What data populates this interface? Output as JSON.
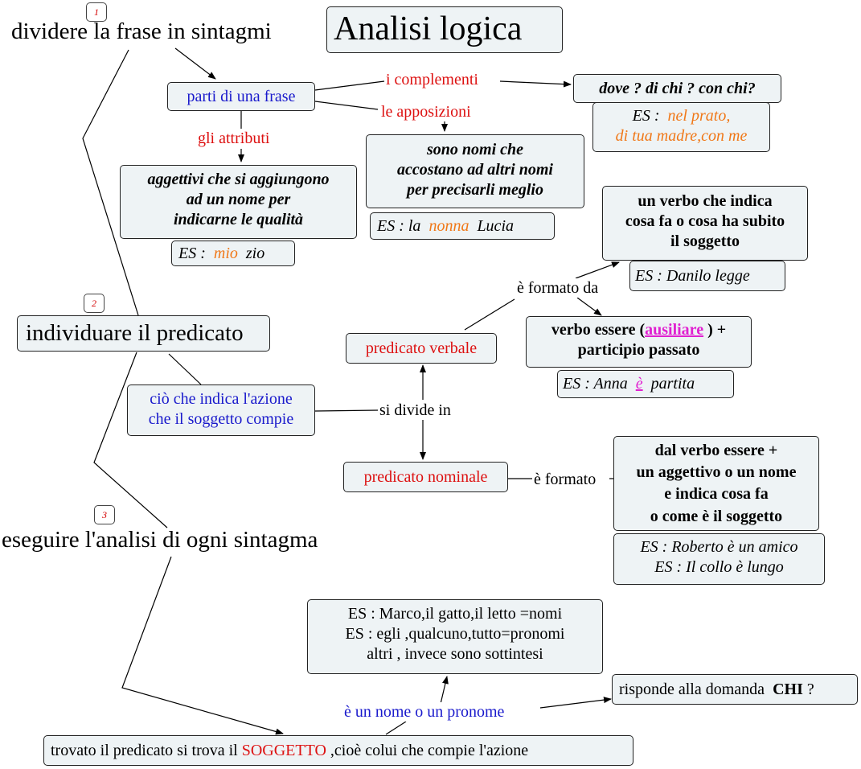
{
  "title": "Analisi logica",
  "steps": {
    "n1": "1",
    "n2": "2",
    "n3": "3",
    "s1": "dividere la frase in sintagmi",
    "s2": "individuare il predicato",
    "s3": "eseguire l'analisi di ogni sintagma"
  },
  "parti": {
    "box": "parti di una frase",
    "lbl_complementi": "i complementi",
    "lbl_apposizioni": "le apposizioni",
    "lbl_attributi": "gli attributi",
    "complementi_box": "dove ? di chi ? con chi?",
    "complementi_es_prefix": "ES :",
    "complementi_es_line1": "nel prato,",
    "complementi_es_line2": "di tua madre,con me",
    "apposizioni_line1": "sono nomi che",
    "apposizioni_line2": "accostano ad altri nomi",
    "apposizioni_line3": "per precisarli meglio",
    "apposizioni_es_prefix": "ES : la",
    "apposizioni_es_word": "nonna",
    "apposizioni_es_suffix": "Lucia",
    "attributi_line1": "aggettivi che si aggiungono",
    "attributi_line2": "ad un nome per",
    "attributi_line3": "indicarne le qualità",
    "attributi_es_prefix": "ES :",
    "attributi_es_word": "mio",
    "attributi_es_suffix": "zio"
  },
  "predicato": {
    "azione_line1": "ciò che indica l'azione",
    "azione_line2": "che il soggetto compie",
    "lbl_divide": "si divide in",
    "verbale": "predicato verbale",
    "nominale": "predicato nominale",
    "lbl_formato_da": "è formato da",
    "lbl_formato": "è formato",
    "verbo_line1": "un verbo che indica",
    "verbo_line2": "cosa fa o cosa ha subito",
    "verbo_line3": "il soggetto",
    "verbo_es": "ES : Danilo legge",
    "essere_line1_pre": "verbo essere (",
    "essere_line1_link": "ausiliare",
    "essere_line1_post": " ) +",
    "essere_line2": "participio passato",
    "essere_es_prefix": "ES : Anna",
    "essere_es_word": "è",
    "essere_es_suffix": "partita",
    "nominale_box_line1": "dal verbo essere +",
    "nominale_box_line2": "un aggettivo o un nome",
    "nominale_box_line3": "e indica cosa fa",
    "nominale_box_line4": "o come è il soggetto",
    "nominale_es_line1": "ES : Roberto è un amico",
    "nominale_es_line2": "ES : Il collo è lungo"
  },
  "soggetto": {
    "es_line1": "ES : Marco,il gatto,il letto =nomi",
    "es_line2": "ES : egli ,qualcuno,tutto=pronomi",
    "es_line3": "altri , invece sono sottintesi",
    "domanda_prefix": "risponde alla domanda",
    "domanda_word": "CHI",
    "domanda_suffix": "?",
    "lbl_nome": "è un nome o un pronome",
    "trovato_prefix": "trovato il predicato  si trova il",
    "trovato_word": "SOGGETTO",
    "trovato_suffix": ",cioè colui che compie l'azione"
  },
  "colors": {
    "link_label_red": "#dd1111",
    "link_label_blue": "#1a1acc",
    "example_orange": "#f07818",
    "example_magenta": "#e020d0",
    "box_fill": "#eef3f5"
  }
}
